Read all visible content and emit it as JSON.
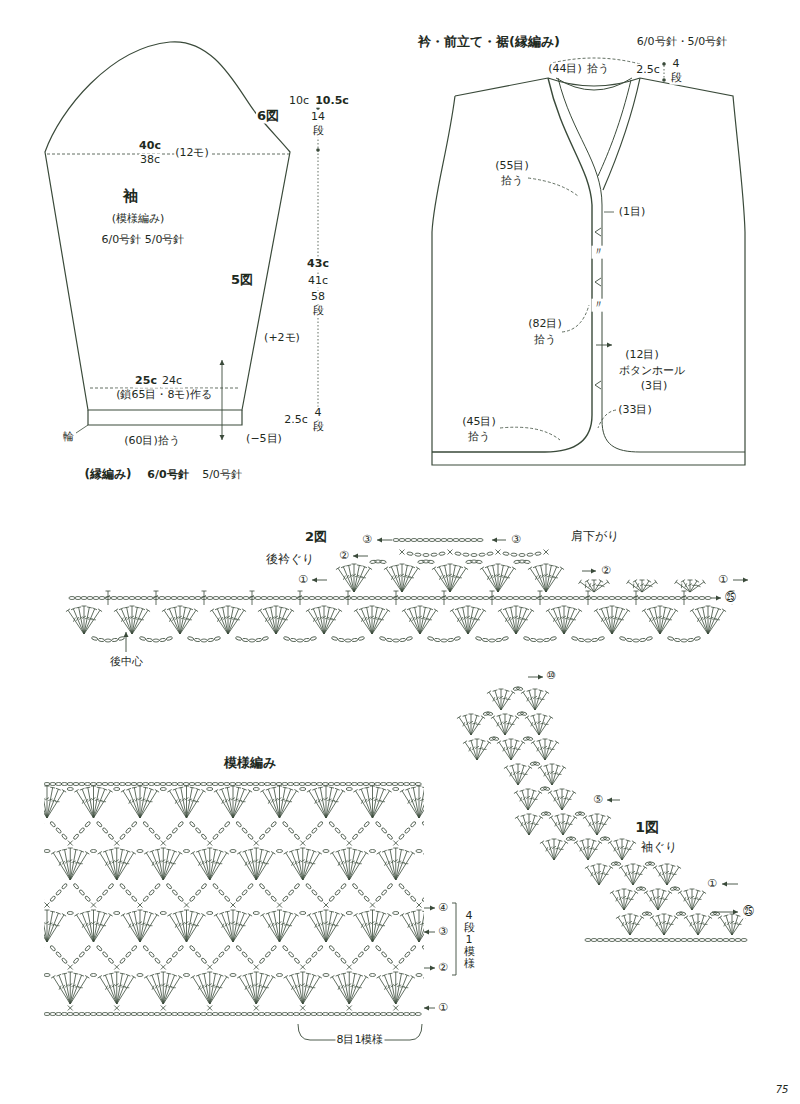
{
  "diagram": {
    "nodes": [
      {
        "text": [
          "袖",
          "(模様編み)",
          "6/0号針 5/0号針"
        ]
      }
    ],
    "labels": [
      "6図",
      "40c",
      "38c",
      "(12モ)",
      "5図",
      "(+2モ)",
      "25c",
      "24c",
      "(鎖65目・8モ)作る",
      "輪",
      "(60目)拾う",
      "(−5目)",
      "(縁編み)",
      "6/0号針",
      "5/0号針",
      "10c",
      "10.5c",
      "14",
      "段",
      "43c",
      "41c",
      "58",
      "段",
      "2.5c",
      "4",
      "段",
      "衿・前立て・裾(縁編み)",
      "6/0号針・5/0号針",
      "(44目)",
      "拾う",
      "2.5c",
      "4",
      "段",
      "(55目)",
      "拾う",
      "(1目)",
      "〃",
      "〃",
      "(82目)",
      "拾う",
      "(12目)",
      "ボタンホール",
      "(3目)",
      "(33目)",
      "(45目)",
      "拾う",
      "2図",
      "後衿ぐり",
      "肩下がり",
      "③",
      "②",
      "①",
      "③",
      "②",
      "①",
      "㉕",
      "後中心",
      "模様編み",
      "④",
      "③",
      "②",
      "①",
      "4段1模様",
      "8目1模様",
      "⑩",
      "⑤",
      "1図",
      "袖ぐり",
      "①",
      "㉕",
      "75"
    ]
  }
}
